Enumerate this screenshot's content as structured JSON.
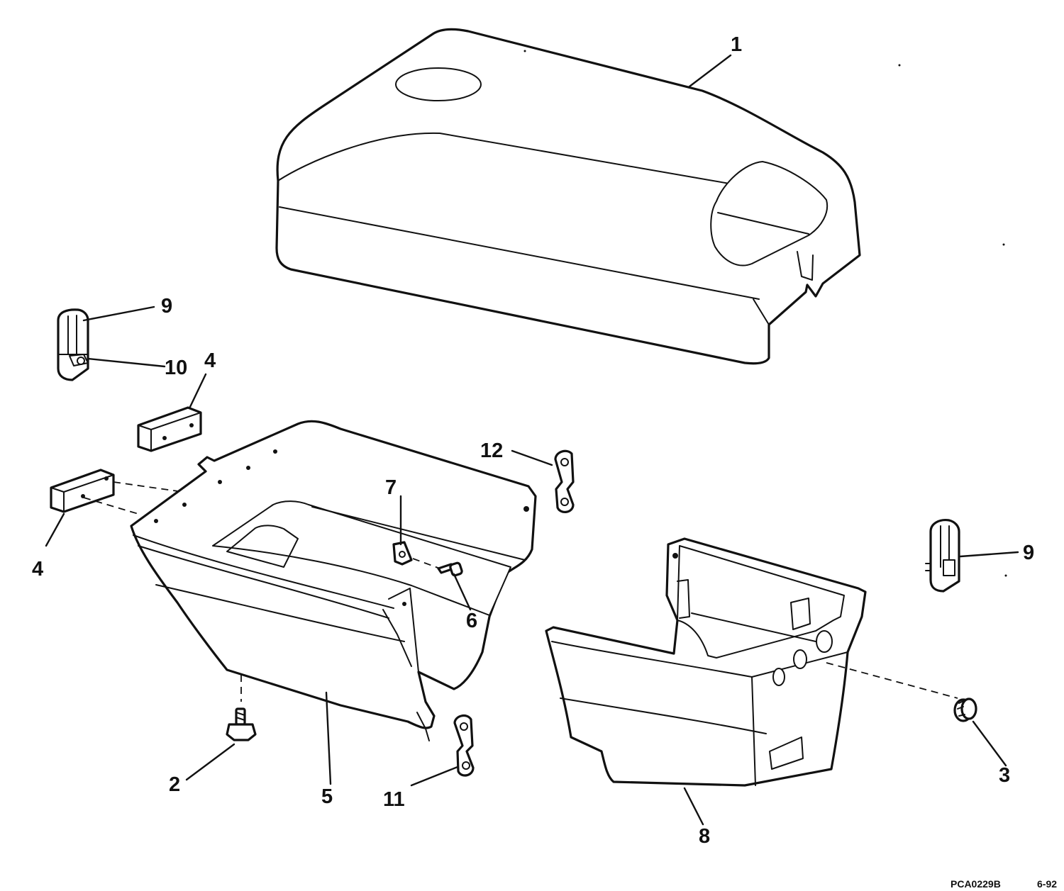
{
  "callouts": [
    {
      "id": "c1",
      "label": "1"
    },
    {
      "id": "c2",
      "label": "2"
    },
    {
      "id": "c3",
      "label": "3"
    },
    {
      "id": "c4a",
      "label": "4"
    },
    {
      "id": "c4b",
      "label": "4"
    },
    {
      "id": "c5",
      "label": "5"
    },
    {
      "id": "c6",
      "label": "6"
    },
    {
      "id": "c7",
      "label": "7"
    },
    {
      "id": "c8",
      "label": "8"
    },
    {
      "id": "c9a",
      "label": "9"
    },
    {
      "id": "c9b",
      "label": "9"
    },
    {
      "id": "c10",
      "label": "10"
    },
    {
      "id": "c11",
      "label": "11"
    },
    {
      "id": "c12",
      "label": "12"
    }
  ],
  "footer": {
    "drawing_code": "PCA0229B",
    "date_code": "6-92"
  }
}
